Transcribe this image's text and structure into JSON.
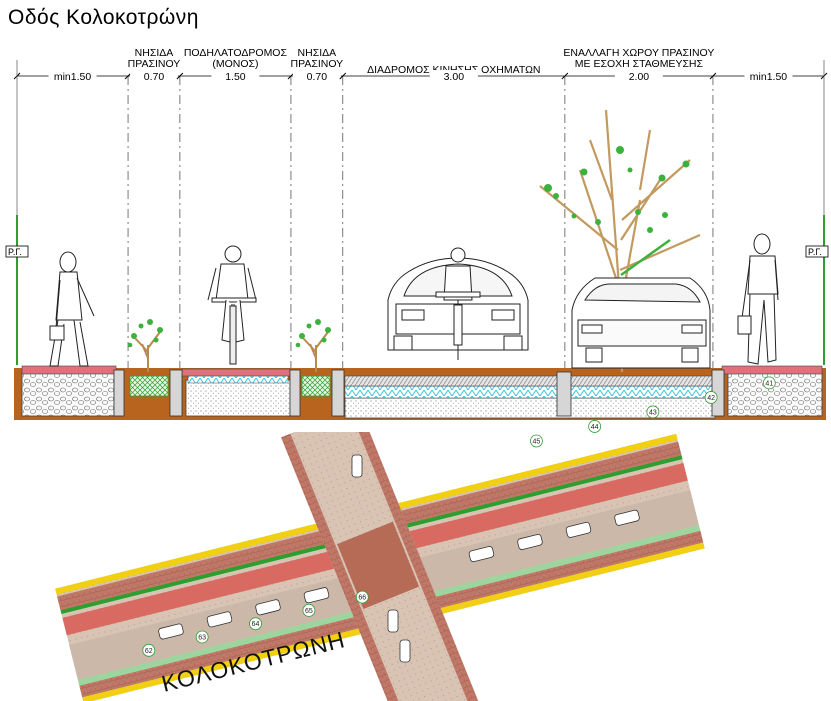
{
  "title": "Οδός Κολοκοτρώνη",
  "section": {
    "zones": [
      {
        "id": "sidewalk-left",
        "lines": [],
        "dim": "min1.50",
        "width": 1.5
      },
      {
        "id": "green-island-1",
        "lines": [
          "ΝΗΣΙΔΑ",
          "ΠΡΑΣΙΝΟΥ"
        ],
        "dim": "0.70",
        "width": 0.7
      },
      {
        "id": "bike-lane",
        "lines": [
          "ΠΟΔΗΛΑΤΟΔΡΟΜΟΣ",
          "(ΜΟΝΟΣ)"
        ],
        "dim": "1.50",
        "width": 1.5
      },
      {
        "id": "green-island-2",
        "lines": [
          "ΝΗΣΙΔΑ",
          "ΠΡΑΣΙΝΟΥ"
        ],
        "dim": "0.70",
        "width": 0.7
      },
      {
        "id": "vehicle-lane",
        "lines": [
          "ΔΙΑΔΡΟΜΟΣ ΚΙΝΗΣΗΣ ΟΧΗΜΑΤΩΝ"
        ],
        "dim": "3.00",
        "width": 3.0
      },
      {
        "id": "green-parking",
        "lines": [
          "ΕΝΑΛΛΑΓΗ ΧΩΡΟΥ ΠΡΑΣΙΝΟΥ",
          "ΜΕ ΕΣΟΧΗ ΣΤΑΘΜΕΥΣΗΣ"
        ],
        "dim": "2.00",
        "width": 2.0
      },
      {
        "id": "sidewalk-right",
        "lines": [],
        "dim": "min1.50",
        "width": 1.5
      }
    ],
    "property_line_left": "Ρ.Γ.",
    "property_line_right": "Ρ.Γ."
  },
  "plan": {
    "street_name": "ΚΟΛΟΚΟΤΡΩΝΗ",
    "marks_a": [
      "45",
      "44",
      "43",
      "42",
      "41"
    ],
    "marks_b": [
      "62",
      "63",
      "64",
      "65",
      "66"
    ]
  },
  "colors": {
    "ground": "#b8641e",
    "green_hatch": "#2e9e2e",
    "cyan_layer": "#33c6e0",
    "pink_surface": "#e0707a",
    "yellow_curb": "#f0d010",
    "brick": "#c46a5a"
  }
}
